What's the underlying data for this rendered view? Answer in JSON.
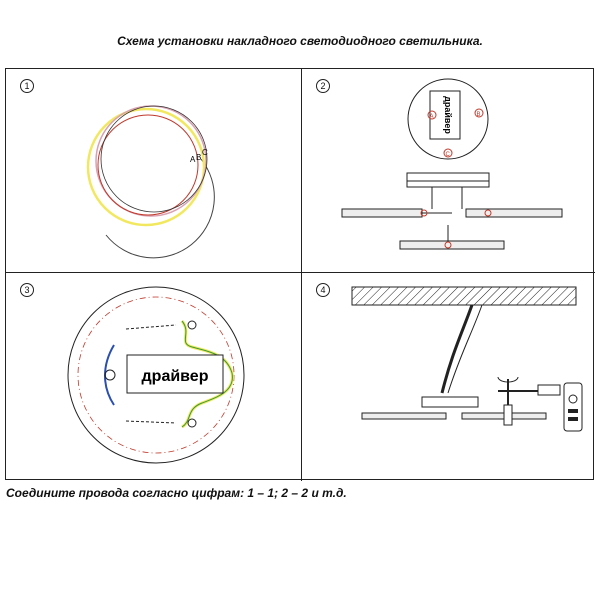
{
  "title": "Схема установки накладного светодиодного светильника.",
  "footer": "Соедините провода согласно цифрам: 1 – 1; 2 – 2 и т.д.",
  "panels": [
    {
      "number": "1"
    },
    {
      "number": "2",
      "driver_label": "драйвер",
      "marker_a": "A",
      "marker_b": "B",
      "marker_c": "C"
    },
    {
      "number": "3",
      "driver_label": "драйвер"
    },
    {
      "number": "4"
    }
  ],
  "panel1": {
    "label_a": "A",
    "label_b": "B",
    "label_c": "C"
  },
  "colors": {
    "line": "#222222",
    "yellow": "#f2e860",
    "red": "#c0392b",
    "pink": "#d9a0b0",
    "green": "#3a9a3a",
    "blue": "#2a4fb0",
    "dashed_red": "#c0392b"
  },
  "icons": [
    "circled-number-icon",
    "screwdriver-icon",
    "remote-control-icon",
    "rotate-arrow-icon",
    "drill-icon"
  ]
}
